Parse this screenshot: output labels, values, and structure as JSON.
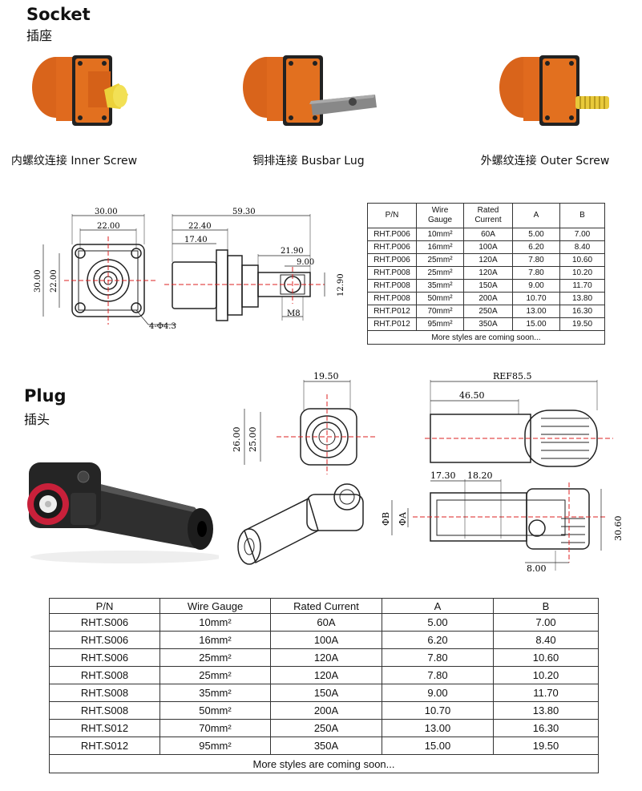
{
  "socket": {
    "title_en": "Socket",
    "title_cn": "插座",
    "variants": [
      {
        "label": "内螺纹连接 Inner Screw"
      },
      {
        "label": "铜排连接 Busbar Lug"
      },
      {
        "label": "外螺纹连接 Outer Screw"
      }
    ],
    "drawing": {
      "dims": [
        "30.00",
        "22.00",
        "30.00",
        "22.00",
        "4-Φ4.3",
        "59.30",
        "22.40",
        "17.40",
        "21.90",
        "9.00",
        "12.90",
        "M8"
      ]
    },
    "table": {
      "headers": [
        "P/N",
        "Wire\nGauge",
        "Rated\nCurrent",
        "A",
        "B"
      ],
      "rows": [
        [
          "RHT.P006",
          "10mm²",
          "60A",
          "5.00",
          "7.00"
        ],
        [
          "RHT.P006",
          "16mm²",
          "100A",
          "6.20",
          "8.40"
        ],
        [
          "RHT.P006",
          "25mm²",
          "120A",
          "7.80",
          "10.60"
        ],
        [
          "RHT.P008",
          "25mm²",
          "120A",
          "7.80",
          "10.20"
        ],
        [
          "RHT.P008",
          "35mm²",
          "150A",
          "9.00",
          "11.70"
        ],
        [
          "RHT.P008",
          "50mm²",
          "200A",
          "10.70",
          "13.80"
        ],
        [
          "RHT.P012",
          "70mm²",
          "250A",
          "13.00",
          "16.30"
        ],
        [
          "RHT.P012",
          "95mm²",
          "350A",
          "15.00",
          "19.50"
        ]
      ],
      "footer": "More styles are coming soon..."
    }
  },
  "plug": {
    "title_en": "Plug",
    "title_cn": "插头",
    "drawing": {
      "dims": [
        "19.50",
        "26.00",
        "25.00",
        "REF85.5",
        "46.50",
        "17.30",
        "18.20",
        "ΦB",
        "ΦA",
        "30.60",
        "8.00"
      ]
    },
    "table": {
      "headers": [
        "P/N",
        "Wire Gauge",
        "Rated Current",
        "A",
        "B"
      ],
      "rows": [
        [
          "RHT.S006",
          "10mm²",
          "60A",
          "5.00",
          "7.00"
        ],
        [
          "RHT.S006",
          "16mm²",
          "100A",
          "6.20",
          "8.40"
        ],
        [
          "RHT.S006",
          "25mm²",
          "120A",
          "7.80",
          "10.60"
        ],
        [
          "RHT.S008",
          "25mm²",
          "120A",
          "7.80",
          "10.20"
        ],
        [
          "RHT.S008",
          "35mm²",
          "150A",
          "9.00",
          "11.70"
        ],
        [
          "RHT.S008",
          "50mm²",
          "200A",
          "10.70",
          "13.80"
        ],
        [
          "RHT.S012",
          "70mm²",
          "250A",
          "13.00",
          "16.30"
        ],
        [
          "RHT.S012",
          "95mm²",
          "350A",
          "15.00",
          "19.50"
        ]
      ],
      "footer": "More styles are coming soon..."
    }
  },
  "colors": {
    "connector_orange": "#e06a1e",
    "brass": "#e8c93a",
    "plug_black": "#2a2a2a",
    "plug_red": "#c8203a",
    "centerline_red": "#d22"
  }
}
